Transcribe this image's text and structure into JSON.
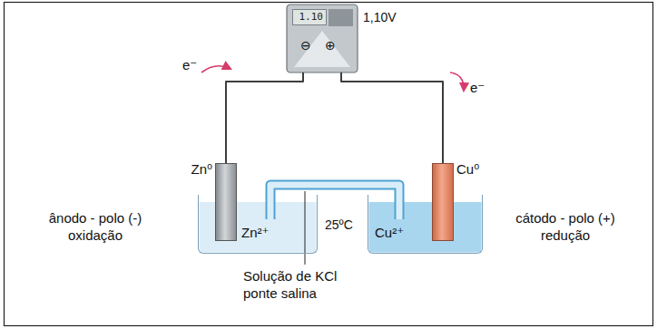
{
  "diagram": {
    "nodes": [
      {
        "text": [
          "1.10",
          "1,10V"
        ]
      },
      {
        "text": [
          "Zn⁰"
        ]
      },
      {
        "text": [
          "Zn²⁺"
        ]
      },
      {
        "text": [
          "Cu²⁺"
        ]
      },
      {
        "text": [
          "Cu⁰"
        ]
      }
    ],
    "edges": [
      {
        "from": 1,
        "to": 0,
        "arrow": "none"
      },
      {
        "from": 0,
        "to": 4,
        "arrow": "none"
      },
      {
        "from": 2,
        "to": 3,
        "arrow": "none"
      }
    ],
    "labels": [
      "e⁻",
      "e⁻",
      "⊖",
      "⊕",
      "25ºC",
      "ânodo - polo (-) oxidação",
      "cátodo - polo (+) redução",
      "Solução de KCl ponte salina"
    ]
  }
}
